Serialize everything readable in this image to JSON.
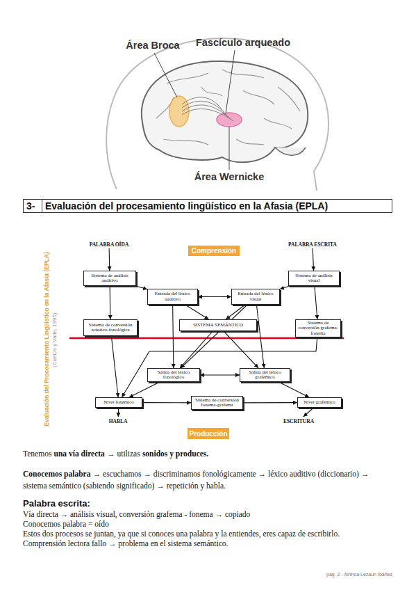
{
  "diagram": {
    "title": "Evaluación del procesamiento lingüístico en la Afasia (EPLA)",
    "nodes": [
      {
        "text": [
          "PALABRA OÍDA"
        ]
      },
      {
        "text": [
          "Comprensión"
        ]
      },
      {
        "text": [
          "PALABRA ESCRITA"
        ]
      },
      {
        "text": [
          "Sistema de análisis auditivo"
        ]
      },
      {
        "text": [
          "Sistema de análisis visual"
        ]
      },
      {
        "text": [
          "Entrada del léxico auditivo"
        ]
      },
      {
        "text": [
          "Entrada del léxico visual"
        ]
      },
      {
        "text": [
          "Sistema de conversión acústico-fonológica"
        ]
      },
      {
        "text": [
          "SISTEMA SEMÁNTICO"
        ]
      },
      {
        "text": [
          "Sistema de conversión grafema-fonema"
        ]
      },
      {
        "text": [
          "Salida del léxico fonológico"
        ]
      },
      {
        "text": [
          "Salida del léxico grafémico"
        ]
      },
      {
        "text": [
          "Nivel fonémico"
        ]
      },
      {
        "text": [
          "Sistema de conversión fonema-grafema"
        ]
      },
      {
        "text": [
          "Nivel grafémico"
        ]
      },
      {
        "text": [
          "HABLA"
        ]
      },
      {
        "text": [
          "ESCRITURA"
        ]
      },
      {
        "text": [
          "Producción"
        ]
      }
    ],
    "edges": [
      {
        "from": 0,
        "to": 3,
        "arrow": "to"
      },
      {
        "from": 2,
        "to": 4,
        "arrow": "to"
      },
      {
        "from": 3,
        "to": 5,
        "arrow": "to"
      },
      {
        "from": 3,
        "to": 7,
        "arrow": "to"
      },
      {
        "from": 4,
        "to": 6,
        "arrow": "to"
      },
      {
        "from": 4,
        "to": 9,
        "arrow": "to"
      },
      {
        "from": 5,
        "to": 6,
        "arrow": "both"
      },
      {
        "from": 5,
        "to": 8,
        "arrow": "to"
      },
      {
        "from": 6,
        "to": 8,
        "arrow": "to"
      },
      {
        "from": 5,
        "to": 10,
        "arrow": "to"
      },
      {
        "from": 6,
        "to": 10,
        "arrow": "to"
      },
      {
        "from": 6,
        "to": 11,
        "arrow": "to"
      },
      {
        "from": 8,
        "to": 10,
        "arrow": "to"
      },
      {
        "from": 8,
        "to": 11,
        "arrow": "to"
      },
      {
        "from": 10,
        "to": 11,
        "arrow": "both"
      },
      {
        "from": 7,
        "to": 12,
        "arrow": "to"
      },
      {
        "from": 10,
        "to": 12,
        "arrow": "to"
      },
      {
        "from": 9,
        "to": 12,
        "arrow": "to"
      },
      {
        "from": 12,
        "to": 13,
        "arrow": "to"
      },
      {
        "from": 13,
        "to": 14,
        "arrow": "to"
      },
      {
        "from": 11,
        "to": 14,
        "arrow": "to"
      },
      {
        "from": 12,
        "to": 15,
        "arrow": "to"
      },
      {
        "from": 14,
        "to": 16,
        "arrow": "to"
      }
    ],
    "labels": [
      "Área Broca",
      "Fascículo arqueado",
      "Área Wernicke",
      "3-",
      "Evaluación del Procesamiento Lingüístico en la Afasia (EPLA)",
      "(Cuetos y Valle, 1995).",
      "Tenemos",
      "una vía directa",
      "→ utilizas",
      "sonidos y produces.",
      "Conocemos palabra",
      "→ escuchamos → discriminamos fonológicamente → léxico auditivo (diccionario) → sistema semántico (sabiendo significado) → repetición y habla.",
      "Palabra escrita:",
      "Vía directa → análisis visual, conversión grafema - fonema → copiado",
      "Conocemos palabra = oído",
      "Estos dos procesos se juntan, ya que si conoces una palabra y la entiendes, eres capaz de escribirlo.",
      "Comprensión lectora fallo → problema en el sistema semántico.",
      "pág. 2 - Ainhoa Lezaun Ibáñez"
    ]
  }
}
